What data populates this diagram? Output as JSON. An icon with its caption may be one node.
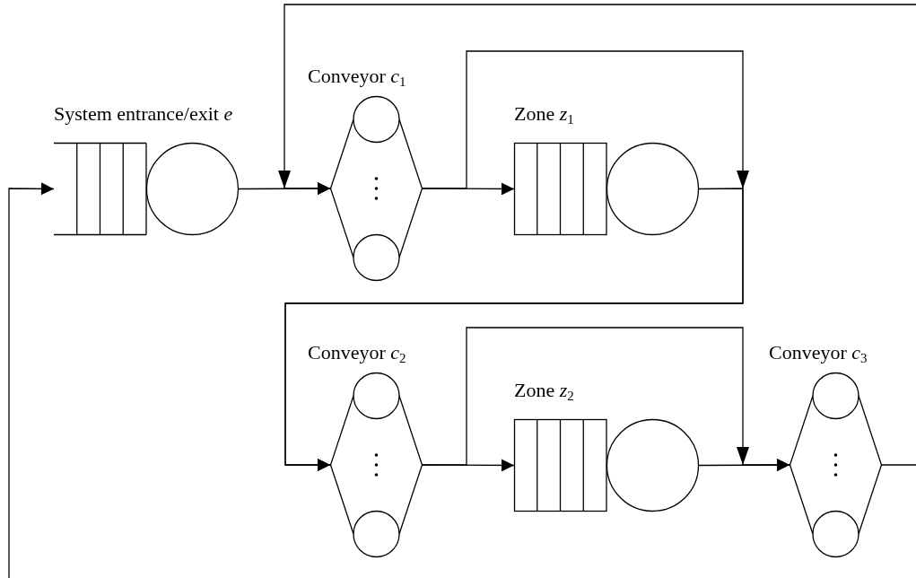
{
  "diagram": {
    "nodes": [
      {
        "text": [
          "System entrance/exit *e*"
        ]
      },
      {
        "text": [
          "Conveyor *c*$_{1}$"
        ]
      },
      {
        "text": [
          "Zone *z*$_{1}$"
        ]
      },
      {
        "text": [
          "Conveyor *c*$_{2}$"
        ]
      },
      {
        "text": [
          "Zone *z*$_{2}$"
        ]
      },
      {
        "text": [
          "Conveyor *c*$_{3}$"
        ]
      }
    ],
    "edges": [
      {
        "from": 0,
        "to": 1,
        "arrow": "to"
      },
      {
        "from": null,
        "to": 1,
        "arrow": "to"
      },
      {
        "from": 1,
        "to": 2,
        "arrow": "to"
      },
      {
        "from": 1,
        "to": 3,
        "arrow": "to"
      },
      {
        "from": 2,
        "to": 3,
        "arrow": "to"
      },
      {
        "from": 3,
        "to": 4,
        "arrow": "to"
      },
      {
        "from": 3,
        "to": 5,
        "arrow": "to"
      },
      {
        "from": 4,
        "to": 5,
        "arrow": "to"
      },
      {
        "from": 5,
        "to": null,
        "arrow": "none"
      },
      {
        "from": null,
        "to": 0,
        "arrow": "to"
      }
    ]
  }
}
